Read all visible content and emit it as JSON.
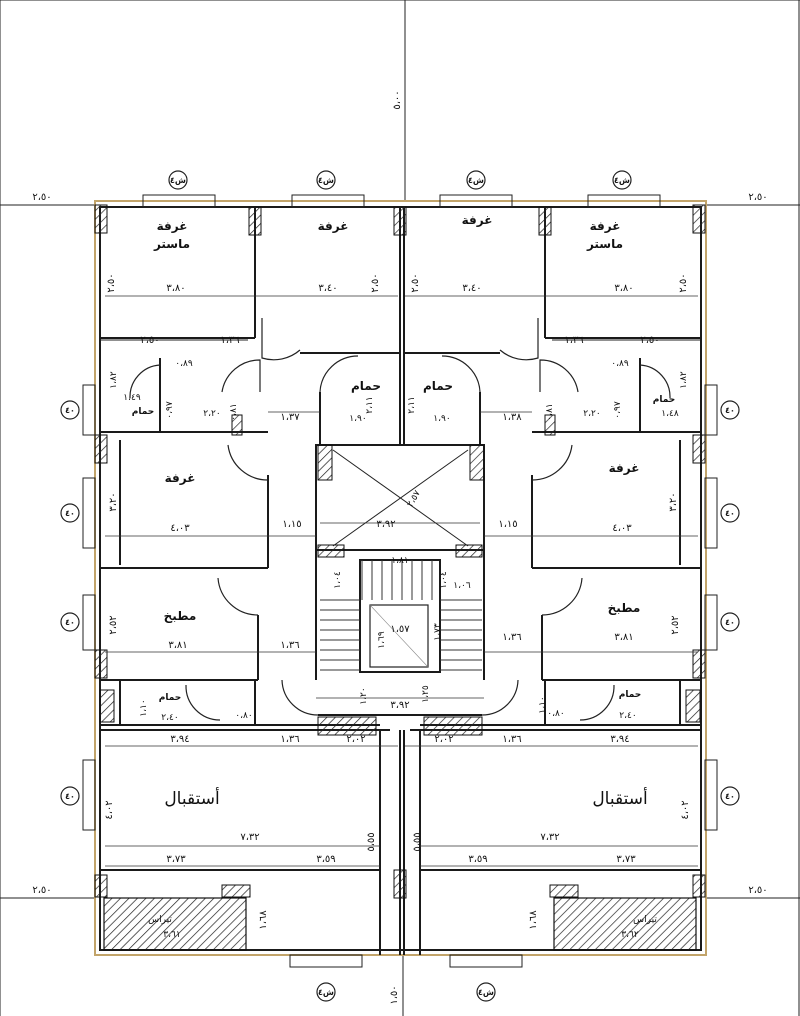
{
  "rooms": {
    "master_bedroom": "غرفة ماستر",
    "master_line1": "غرفة",
    "master_line2": "ماستر",
    "bedroom": "غرفة",
    "bathroom": "حمام",
    "kitchen": "مطبخ",
    "reception": "أستقبال",
    "terrace": "تيراس"
  },
  "window_tags": {
    "top": "ش٤",
    "side": "٤٠"
  },
  "outer_dims": {
    "top_center": "٥،٠٠",
    "left_top": "٢،٥٠",
    "right_top": "٢،٥٠",
    "left_bottom": "٢،٥٠",
    "right_bottom": "٢،٥٠",
    "bottom_center": "١،٥٠"
  },
  "dims": {
    "m_w": "٣،٨٠",
    "m_h": "٢،٥٠",
    "b_w": "٣،٤٠",
    "b_h": "٢،٥٠",
    "corr_a": "٢،٥٠",
    "corr_b": "١،٣٦",
    "d089": "٠،٨٩",
    "d182": "١،٨٢",
    "d149": "١،٤٩",
    "d148": "١،٤٨",
    "d097": "٠،٩٧",
    "d081": "٠،٨١",
    "d220": "٢،٢٠",
    "d137": "١،٣٧",
    "d138": "١،٣٨",
    "d211": "٢،١١",
    "d190": "١،٩٠",
    "bed2_w": "٤،٠٣",
    "bed2_h": "٣،٢٠",
    "d115": "١،١٥",
    "stair_w": "٣،٩٢",
    "stair_d": "٢،٥٧",
    "d081b": "١،٨١",
    "d104": "١،٠٤",
    "d106": "١،٠٦",
    "lift_w": "١،٥٧",
    "lift_h": "١،٦٩",
    "d173": "١،٧٣",
    "kit_w": "٣،٨١",
    "kit_h": "٢،٥٢",
    "d136": "١،٣٦",
    "bath2_w": "٢،٤٠",
    "d080": "٠،٨٠",
    "d110": "١،١٠",
    "d120": "١،٢٠",
    "d392": "٣،٩٢",
    "d125": "١،٢٥",
    "d394": "٣،٩٤",
    "d202": "٢،٠٢",
    "rec_w": "٧،٣٢",
    "rec_h": "٤،٠٢",
    "d555": "٥،٥٥",
    "d373": "٣،٧٣",
    "d359": "٣،٥٩",
    "ter_w": "٣،٦١",
    "ter_w2": "٣،٦٢",
    "d168": "١،٦٨"
  }
}
